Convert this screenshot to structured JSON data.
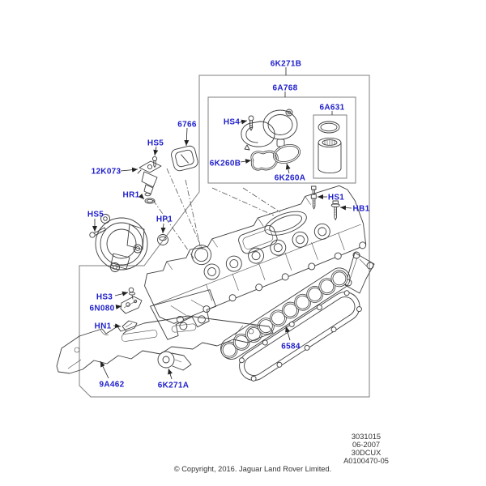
{
  "diagram_type": "exploded-parts-diagram",
  "subject": "engine camshaft / valve cover assembly",
  "parts": {
    "p6K271B": "6K271B",
    "p6A768": "6A768",
    "p6A631": "6A631",
    "pHS4": "HS4",
    "p6766": "6766",
    "pHS5_top": "HS5",
    "p6K260B": "6K260B",
    "p12K073": "12K073",
    "p6K260A": "6K260A",
    "pHR1": "HR1",
    "pHS1": "HS1",
    "pHB1": "HB1",
    "pHS5_left": "HS5",
    "pHP1": "HP1",
    "pHS3": "HS3",
    "p6N080": "6N080",
    "pHN1": "HN1",
    "p6584": "6584",
    "p9A462": "9A462",
    "p6K271A": "6K271A"
  },
  "footer": {
    "codes": [
      "3031015",
      "06-2007",
      "30DCUX",
      "A0100470-05"
    ],
    "copyright": "© Copyright, 2016. Jaguar Land Rover Limited."
  },
  "colors": {
    "label_blue": "#1e1ecb",
    "line_gray": "#3d3d3d"
  }
}
